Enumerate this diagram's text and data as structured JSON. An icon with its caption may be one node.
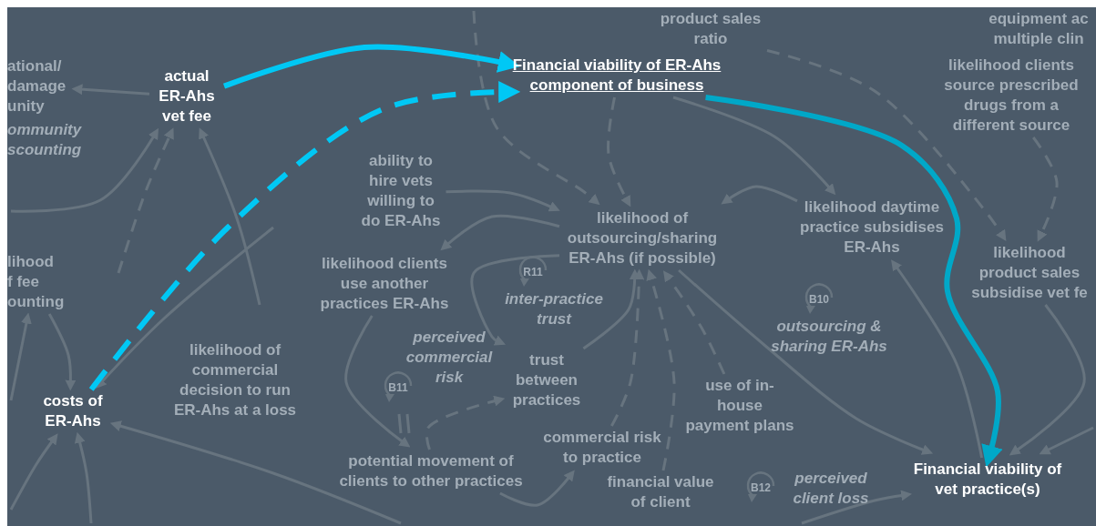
{
  "diagram": {
    "nodes": [
      {
        "text": [
          "actual ER-Ahs vet fee"
        ]
      },
      {
        "text": [
          "Financial viability of ER-Ahs component of business"
        ]
      },
      {
        "text": [
          "costs of ER-Ahs"
        ]
      },
      {
        "text": [
          "Financial viability of vet practice(s)"
        ]
      },
      {
        "text": [
          "product sales ratio"
        ]
      },
      {
        "text": [
          "equipment ac multiple clin"
        ]
      },
      {
        "text": [
          "likelihood clients source prescribed drugs from a different source"
        ]
      },
      {
        "text": [
          "ational/ damage unity"
        ]
      },
      {
        "text": [
          "lihood f fee ounting"
        ]
      },
      {
        "text": [
          "ability to hire vets willing to do ER-Ahs"
        ]
      },
      {
        "text": [
          "likelihood of outsourcing/sharing ER-Ahs (if possible)"
        ]
      },
      {
        "text": [
          "likelihood daytime practice subsidises ER-Ahs"
        ]
      },
      {
        "text": [
          "likelihood product sales subsidise vet fe"
        ]
      },
      {
        "text": [
          "likelihood clients use another practices ER-Ahs"
        ]
      },
      {
        "text": [
          "likelihood of commercial decision to run ER-Ahs at a loss"
        ]
      },
      {
        "text": [
          "trust between practices"
        ]
      },
      {
        "text": [
          "use of in-house payment plans"
        ]
      },
      {
        "text": [
          "potential movement of clients to other practices"
        ]
      },
      {
        "text": [
          "commercial risk to practice"
        ]
      },
      {
        "text": [
          "financial value of client"
        ]
      }
    ],
    "edges": [
      {
        "from": 0,
        "to": 1,
        "arrow": "to",
        "style": "thick",
        "color": "#00c8f5"
      },
      {
        "from": 2,
        "to": 1,
        "arrow": "to",
        "style": "dashed",
        "color": "#00c8f5"
      },
      {
        "from": 1,
        "to": 3,
        "arrow": "to",
        "style": "thick",
        "color": "#00a8c8"
      },
      {
        "from": 0,
        "to": 7,
        "arrow": "to"
      },
      {
        "from": 9,
        "to": 10,
        "arrow": "to"
      },
      {
        "from": 10,
        "to": 13,
        "arrow": "to"
      },
      {
        "from": 11,
        "to": 10,
        "arrow": "to"
      },
      {
        "from": 1,
        "to": 11,
        "arrow": "to"
      },
      {
        "from": 1,
        "to": 10,
        "arrow": "to",
        "style": "dashed"
      },
      {
        "from": null,
        "to": 10,
        "arrow": "to",
        "style": "dashed"
      },
      {
        "from": 4,
        "to": 12,
        "arrow": "to",
        "style": "dashed"
      },
      {
        "from": 6,
        "to": 12,
        "arrow": "to",
        "style": "dashed"
      },
      {
        "from": 12,
        "to": 3,
        "arrow": "to"
      },
      {
        "from": 3,
        "to": 11,
        "arrow": "to"
      },
      {
        "from": 10,
        "to": 3,
        "arrow": "to"
      },
      {
        "from": 13,
        "to": 17,
        "arrow": "to"
      },
      {
        "from": 17,
        "to": 15,
        "arrow": "to",
        "style": "dashed"
      },
      {
        "from": 15,
        "to": 10,
        "arrow": "to"
      },
      {
        "from": 10,
        "to": 15,
        "arrow": "to"
      },
      {
        "from": 18,
        "to": 10,
        "arrow": "to",
        "style": "dashed"
      },
      {
        "from": 19,
        "to": 10,
        "arrow": "to",
        "style": "dashed"
      },
      {
        "from": 16,
        "to": 10,
        "arrow": "to",
        "style": "dashed"
      },
      {
        "from": 17,
        "to": 18,
        "arrow": "to"
      },
      {
        "from": null,
        "to": 0,
        "arrow": "to"
      },
      {
        "from": null,
        "to": 0,
        "arrow": "to",
        "style": "dashed"
      },
      {
        "from": null,
        "to": 0,
        "arrow": "to"
      },
      {
        "from": 8,
        "to": 2,
        "arrow": "to"
      },
      {
        "from": null,
        "to": 2,
        "arrow": "to"
      },
      {
        "from": null,
        "to": 2,
        "arrow": "to"
      },
      {
        "from": null,
        "to": 2,
        "arrow": "to"
      },
      {
        "from": null,
        "to": 8,
        "arrow": "to"
      },
      {
        "from": null,
        "to": 2,
        "arrow": "to"
      },
      {
        "from": null,
        "to": 3,
        "arrow": "to"
      },
      {
        "from": null,
        "to": 3,
        "arrow": "to"
      }
    ],
    "labels": [
      "ommunity scounting",
      "R11",
      "inter-practice trust",
      "perceived commercial risk",
      "B11",
      "B10",
      "outsourcing & sharing ER-Ahs",
      "B12",
      "perceived client loss"
    ]
  }
}
